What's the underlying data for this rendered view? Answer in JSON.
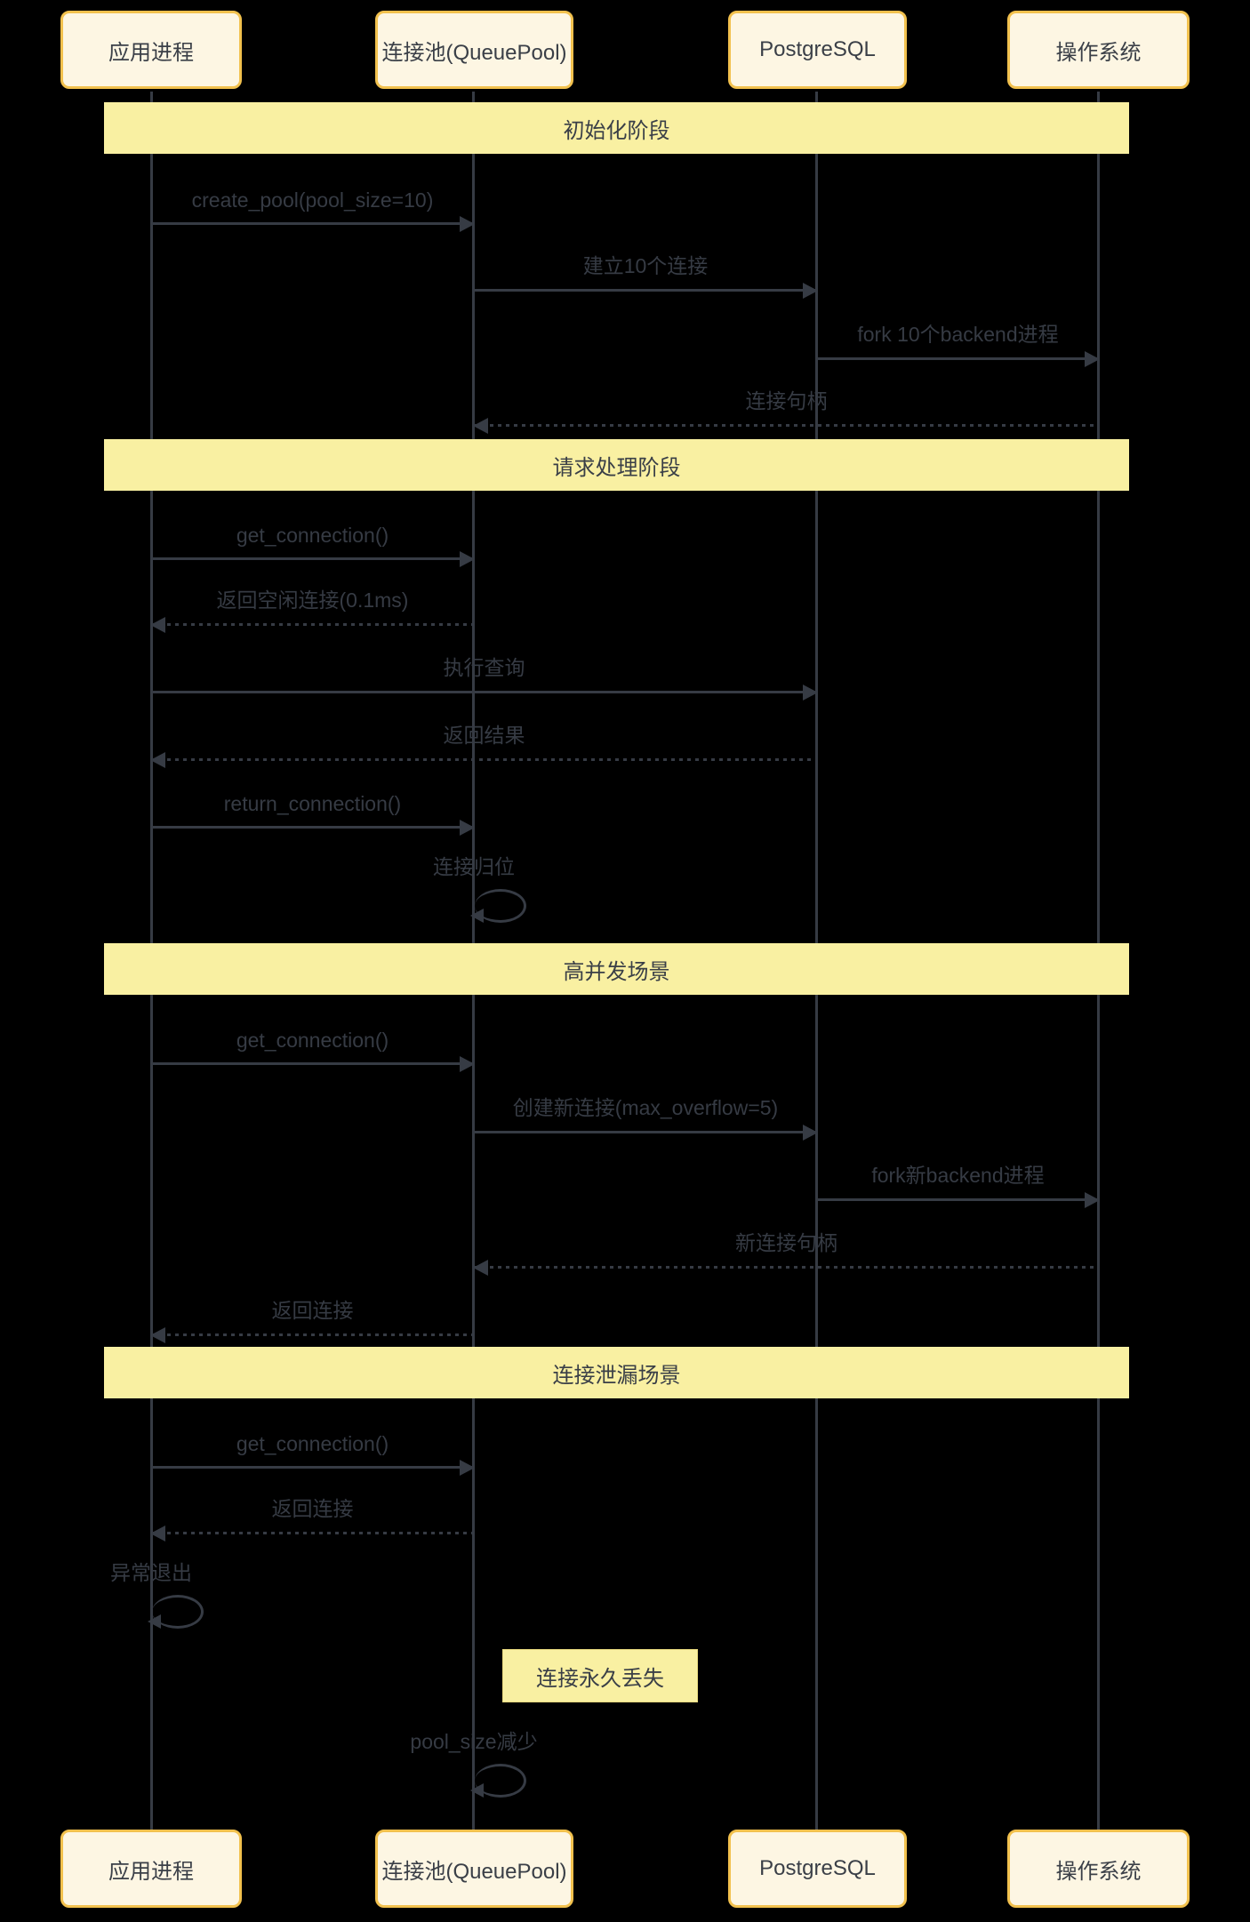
{
  "diagram": {
    "type": "sequence-diagram",
    "background_color": "#000000",
    "colors": {
      "actor_fill": "#fdf6e3",
      "actor_border": "#f2c14e",
      "section_band_fill": "#f9f0a2",
      "note_fill": "#f9f0a2",
      "line_and_text": "#363b44"
    },
    "actors": [
      {
        "id": "app",
        "label": "应用进程"
      },
      {
        "id": "pool",
        "label": "连接池(QueuePool)"
      },
      {
        "id": "pg",
        "label": "PostgreSQL"
      },
      {
        "id": "os",
        "label": "操作系统"
      }
    ],
    "sections": [
      "初始化阶段",
      "请求处理阶段",
      "高并发场景",
      "连接泄漏场景"
    ],
    "events": [
      {
        "type": "message",
        "label": "create_pool(pool_size=10)",
        "from": "app",
        "to": "pool",
        "line": "solid"
      },
      {
        "type": "message",
        "label": "建立10个连接",
        "from": "pool",
        "to": "pg",
        "line": "solid"
      },
      {
        "type": "message",
        "label": "fork 10个backend进程",
        "from": "pg",
        "to": "os",
        "line": "solid"
      },
      {
        "type": "message",
        "label": "连接句柄",
        "from": "os",
        "to": "pool",
        "line": "dashed"
      },
      {
        "type": "message",
        "label": "get_connection()",
        "from": "app",
        "to": "pool",
        "line": "solid"
      },
      {
        "type": "message",
        "label": "返回空闲连接(0.1ms)",
        "from": "pool",
        "to": "app",
        "line": "dashed"
      },
      {
        "type": "message",
        "label": "执行查询",
        "from": "app",
        "to": "pg",
        "line": "solid"
      },
      {
        "type": "message",
        "label": "返回结果",
        "from": "pg",
        "to": "app",
        "line": "dashed"
      },
      {
        "type": "message",
        "label": "return_connection()",
        "from": "app",
        "to": "pool",
        "line": "solid"
      },
      {
        "type": "self",
        "label": "连接归位",
        "actor": "pool"
      },
      {
        "type": "message",
        "label": "get_connection()",
        "from": "app",
        "to": "pool",
        "line": "solid"
      },
      {
        "type": "message",
        "label": "创建新连接(max_overflow=5)",
        "from": "pool",
        "to": "pg",
        "line": "solid"
      },
      {
        "type": "message",
        "label": "fork新backend进程",
        "from": "pg",
        "to": "os",
        "line": "solid"
      },
      {
        "type": "message",
        "label": "新连接句柄",
        "from": "os",
        "to": "pool",
        "line": "dashed"
      },
      {
        "type": "message",
        "label": "返回连接",
        "from": "pool",
        "to": "app",
        "line": "dashed"
      },
      {
        "type": "message",
        "label": "get_connection()",
        "from": "app",
        "to": "pool",
        "line": "solid"
      },
      {
        "type": "message",
        "label": "返回连接",
        "from": "pool",
        "to": "app",
        "line": "dashed"
      },
      {
        "type": "self",
        "label": "异常退出",
        "actor": "app"
      },
      {
        "type": "note",
        "label": "连接永久丢失",
        "over": [
          "app",
          "pool"
        ]
      },
      {
        "type": "self",
        "label": "pool_size减少",
        "actor": "pool"
      }
    ]
  }
}
